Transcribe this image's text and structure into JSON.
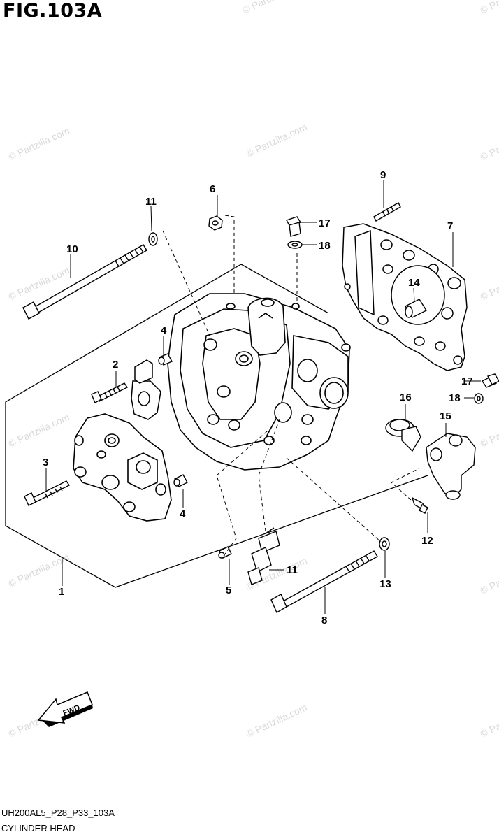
{
  "figure": {
    "title": "FIG.103A",
    "code": "UH200AL5_P28_P33_103A",
    "name": "CYLINDER HEAD"
  },
  "watermark": {
    "text": "© Partzilla.com",
    "color": "#d9d9d9"
  },
  "fwd_label": "FWD",
  "callouts": [
    "1",
    "2",
    "3",
    "4",
    "4",
    "5",
    "6",
    "7",
    "8",
    "9",
    "10",
    "11",
    "11",
    "12",
    "13",
    "14",
    "15",
    "16",
    "17",
    "17",
    "18",
    "18"
  ]
}
